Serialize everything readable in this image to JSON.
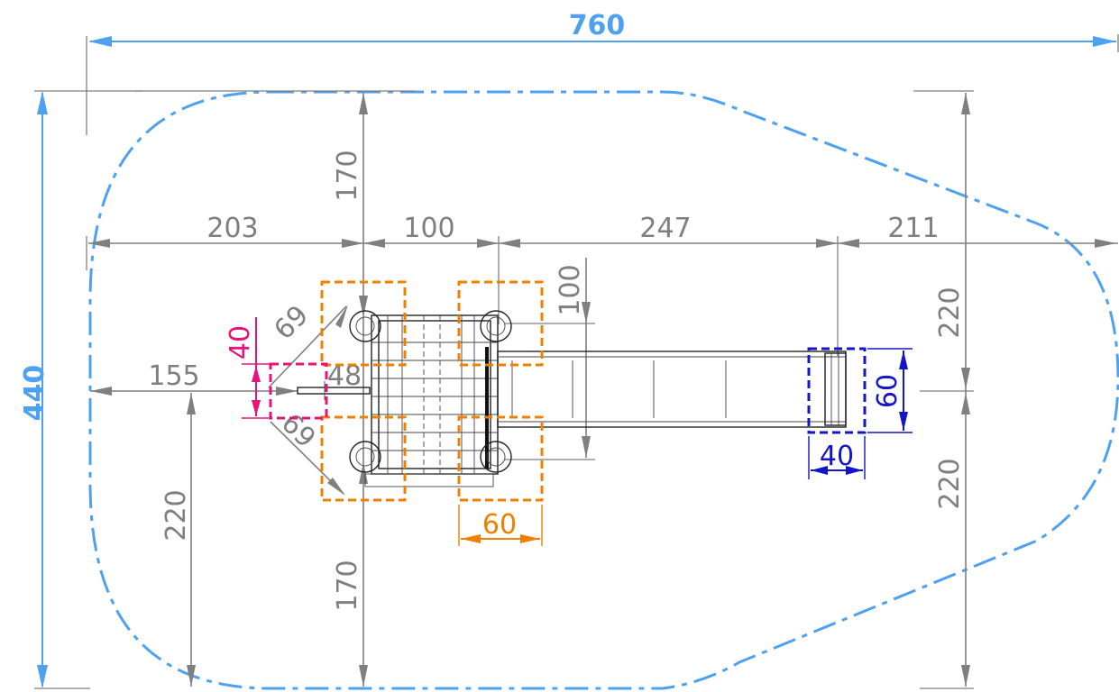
{
  "colors": {
    "zone": "#4ea1f0",
    "dimension": "#7f7f7f",
    "footprint_post": "#f07f00",
    "footprint_ladder": "#e8137a",
    "footprint_slide_end": "#1414c8",
    "drawing": "#222222"
  },
  "dimensions": {
    "overall_width": "760",
    "overall_height": "440",
    "left_to_post": "203",
    "post_spacing": "100",
    "slide_length": "247",
    "slide_end_clearance": "211",
    "top_clearance": "170",
    "bottom_clearance": "170",
    "right_upper": "220",
    "right_lower": "220",
    "left_lower": "220",
    "ladder_clearance": "155",
    "platform_depth": "100",
    "diagonal_upper": "69",
    "diagonal_lower": "69",
    "ladder_offset": "48"
  },
  "footprints": {
    "ladder_size": "40",
    "post_size": "60",
    "slide_end_width": "60",
    "slide_end_depth": "40"
  }
}
